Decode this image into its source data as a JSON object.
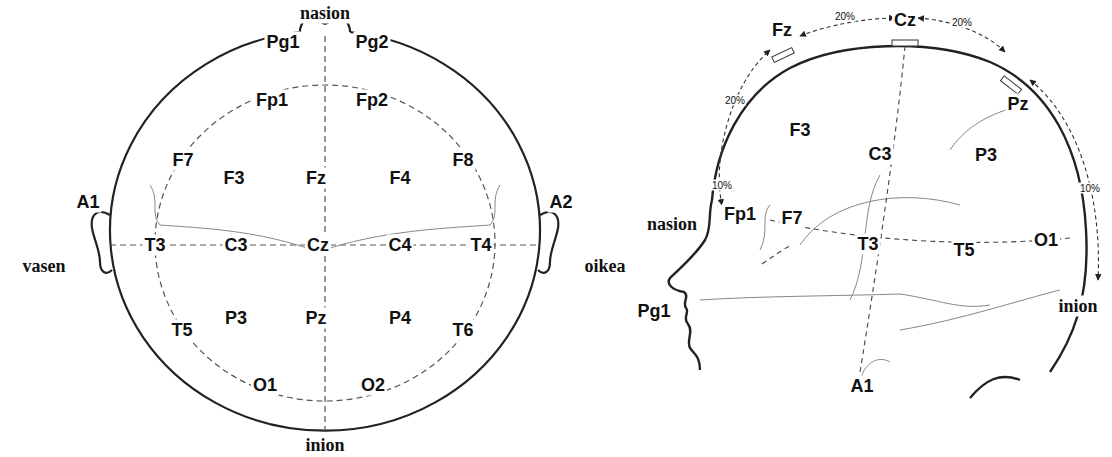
{
  "diagram": {
    "labels": [
      "nasion",
      "Pg1",
      "Pg2",
      "Fp1",
      "Fp2",
      "F7",
      "F3",
      "Fz",
      "F4",
      "F8",
      "A1",
      "T3",
      "C3",
      "Cz",
      "C4",
      "T4",
      "A2",
      "vasen",
      "oikea",
      "P3",
      "Pz",
      "P4",
      "T5",
      "T6",
      "O1",
      "O2",
      "inion",
      "Fz",
      "20%",
      "Cz",
      "20%",
      "Pz",
      "20%",
      "10%",
      "F3",
      "C3",
      "P3",
      "Fp1",
      "nasion",
      "F7",
      "T3",
      "T5",
      "O1",
      "10%",
      "inion",
      "Pg1",
      "A1"
    ]
  }
}
